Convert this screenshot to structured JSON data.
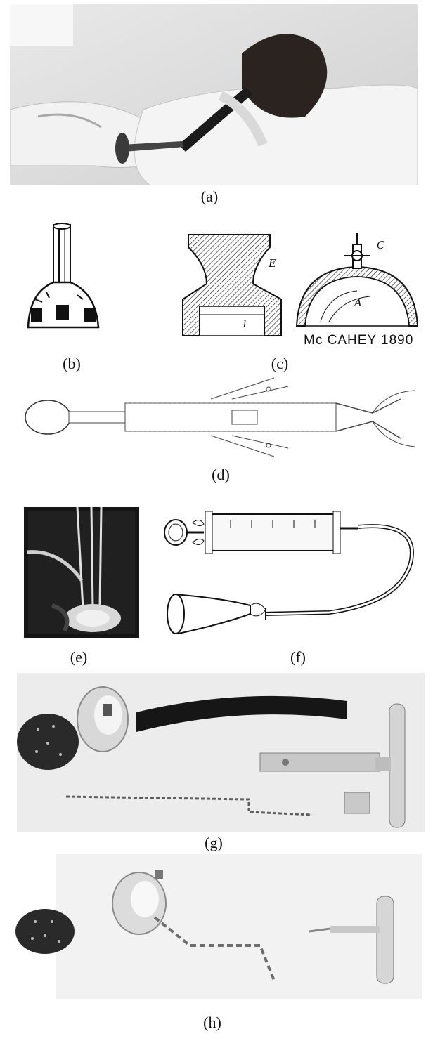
{
  "figure": {
    "captions": {
      "a": "(a)",
      "b": "(b)",
      "c": "(c)",
      "d": "(d)",
      "e": "(e)",
      "f": "(f)",
      "g": "(g)",
      "h": "(h)"
    },
    "patent_stamp": "Mc CAHEY  1890"
  }
}
